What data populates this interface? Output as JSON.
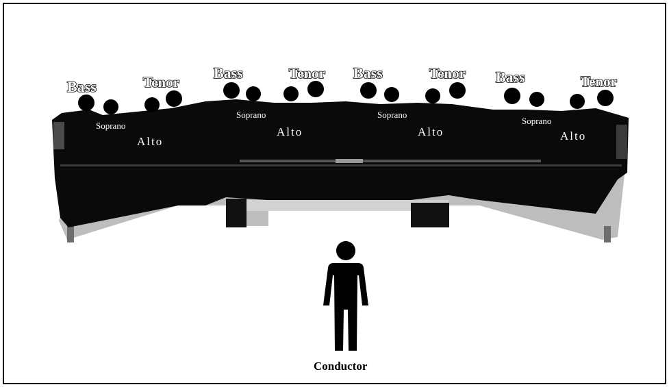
{
  "diagram": {
    "sections": [
      {
        "bass": "Bass",
        "soprano": "Soprano",
        "alto": "Alto",
        "tenor": "Tenor"
      },
      {
        "bass": "Bass",
        "soprano": "Soprano",
        "alto": "Alto",
        "tenor": "Tenor"
      },
      {
        "bass": "Bass",
        "soprano": "Soprano",
        "alto": "Alto",
        "tenor": "Tenor"
      },
      {
        "bass": "Bass",
        "soprano": "Soprano",
        "alto": "Alto",
        "tenor": "Tenor"
      }
    ],
    "conductor_label": "Conductor",
    "colors": {
      "riser": "#0a0a0a",
      "platform": "#bfbfbf",
      "figure": "#000000",
      "background": "#ffffff"
    }
  }
}
